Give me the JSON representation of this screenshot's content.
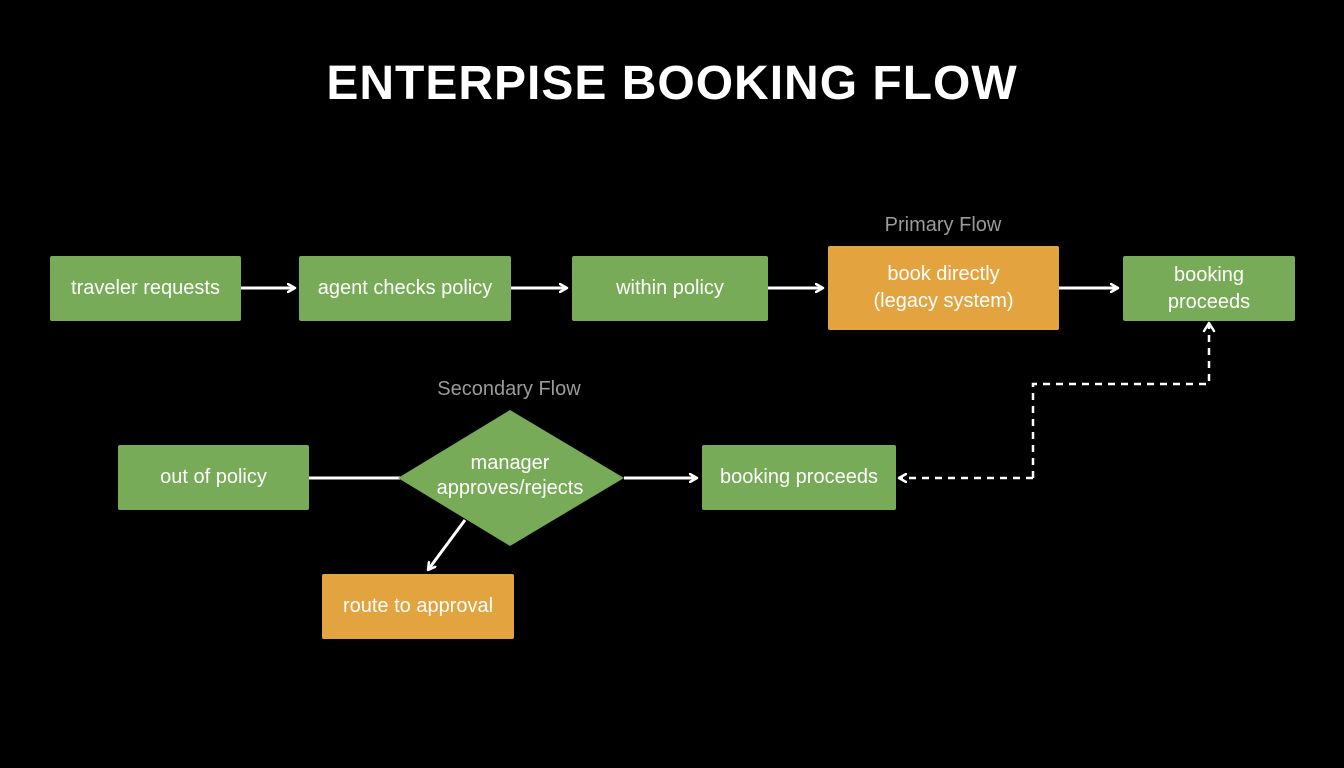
{
  "title": "ENTERPISE BOOKING FLOW",
  "colors": {
    "background": "#000000",
    "process_node": "#78ab57",
    "highlight_node": "#e3a33f",
    "connector": "#ffffff",
    "caption": "#9a9a9a"
  },
  "primary_flow": {
    "caption": "Primary Flow",
    "nodes": {
      "traveler_requests": "traveler requests",
      "agent_checks_policy": "agent checks policy",
      "within_policy": "within policy",
      "book_directly_line1": "book directly",
      "book_directly_line2": "(legacy system)",
      "booking_proceeds_line1": "booking",
      "booking_proceeds_line2": "proceeds"
    }
  },
  "secondary_flow": {
    "caption": "Secondary Flow",
    "nodes": {
      "out_of_policy": "out of policy",
      "manager_line1": "manager",
      "manager_line2": "approves/rejects",
      "booking_proceeds": "booking proceeds",
      "route_to_approval": "route to approval"
    }
  }
}
